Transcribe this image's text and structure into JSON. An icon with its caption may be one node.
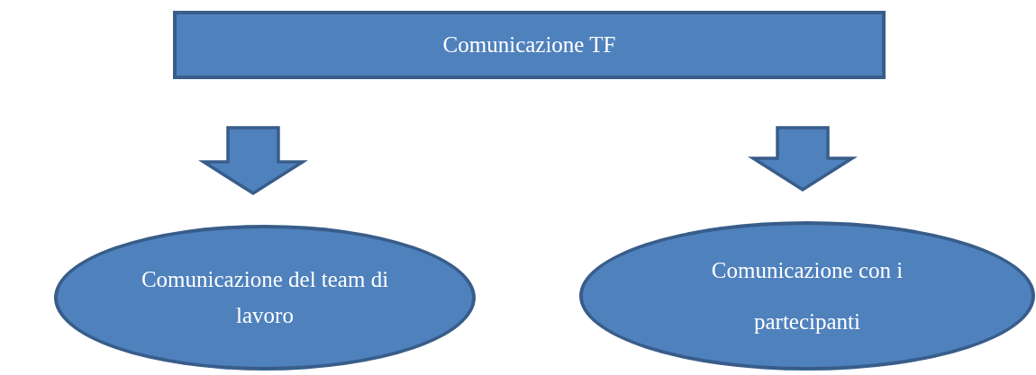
{
  "diagram": {
    "nodes": [
      {
        "text": [
          "Comunicazione TF"
        ]
      },
      {
        "text": [
          "Comunicazione del team di lavoro"
        ]
      },
      {
        "text": [
          "Comunicazione con i partecipanti"
        ]
      }
    ],
    "edges": [
      {
        "from": 0,
        "to": 1,
        "arrow": "to"
      },
      {
        "from": 0,
        "to": 2,
        "arrow": "to"
      }
    ]
  }
}
